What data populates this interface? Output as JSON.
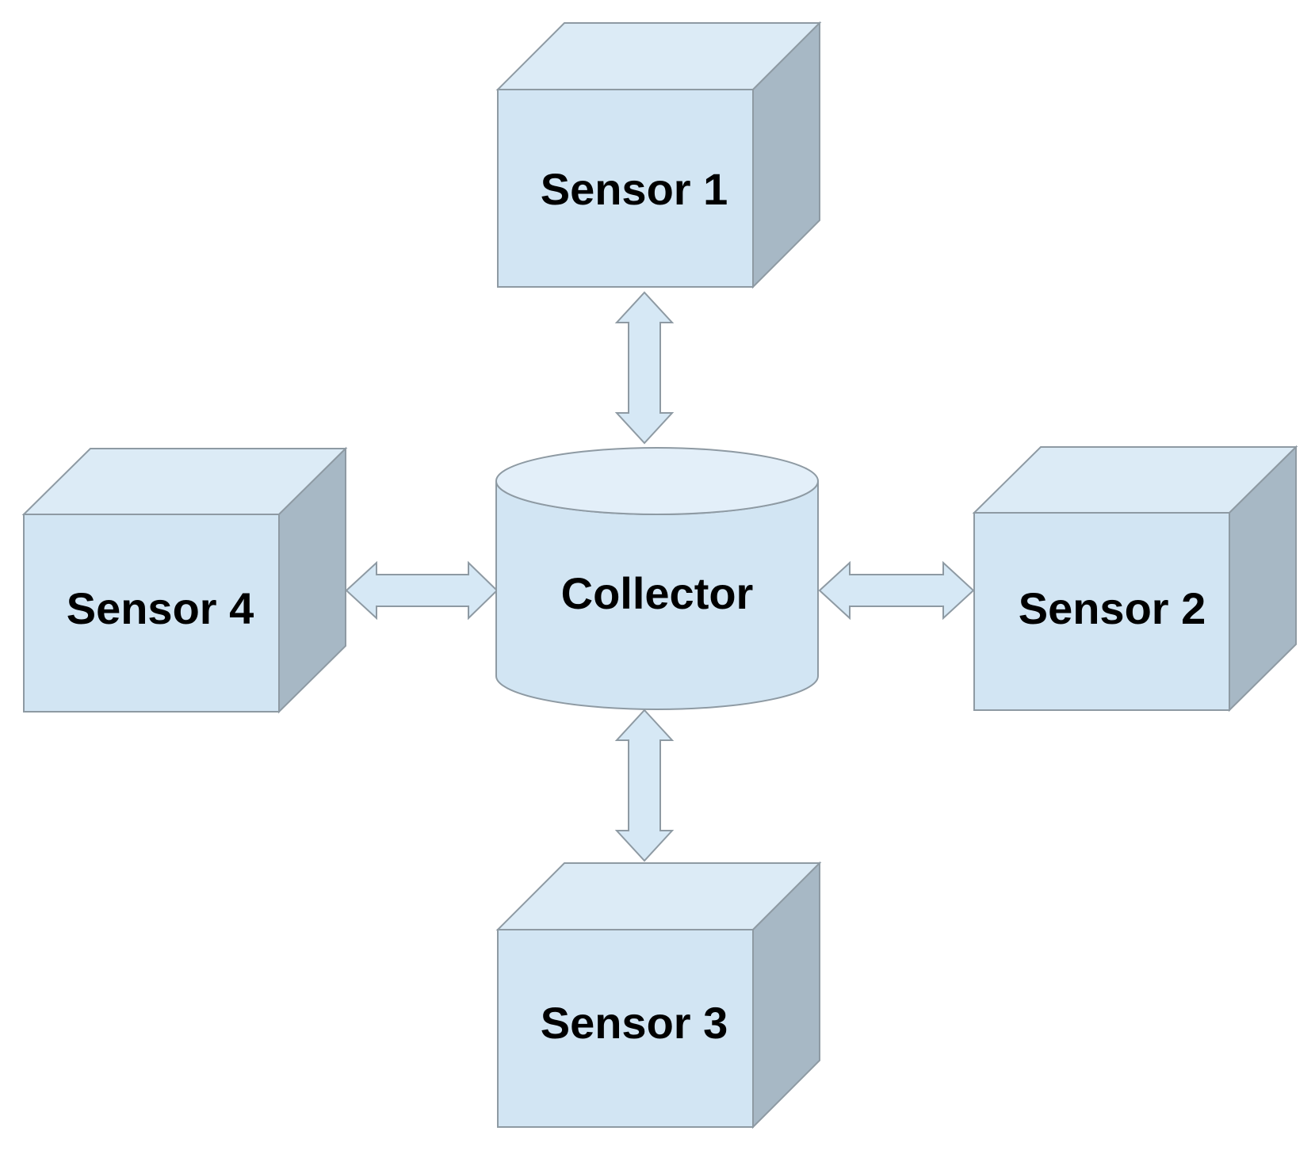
{
  "diagram": {
    "nodes": [
      {
        "id": "sensor-1",
        "shape": "cube",
        "label": "Sensor 1"
      },
      {
        "id": "sensor-2",
        "shape": "cube",
        "label": "Sensor 2"
      },
      {
        "id": "sensor-3",
        "shape": "cube",
        "label": "Sensor 3"
      },
      {
        "id": "sensor-4",
        "shape": "cube",
        "label": "Sensor 4"
      },
      {
        "id": "collector",
        "shape": "cylinder",
        "label": "Collector"
      }
    ],
    "edges": [
      {
        "from": "collector",
        "to": "sensor-1",
        "direction": "bidirectional"
      },
      {
        "from": "collector",
        "to": "sensor-2",
        "direction": "bidirectional"
      },
      {
        "from": "collector",
        "to": "sensor-3",
        "direction": "bidirectional"
      },
      {
        "from": "collector",
        "to": "sensor-4",
        "direction": "bidirectional"
      }
    ],
    "colors": {
      "face": "#d2e5f3",
      "top": "#dcebf6",
      "side": "#a7b8c5",
      "outline": "#8e9aa3",
      "text": "#000000"
    }
  }
}
